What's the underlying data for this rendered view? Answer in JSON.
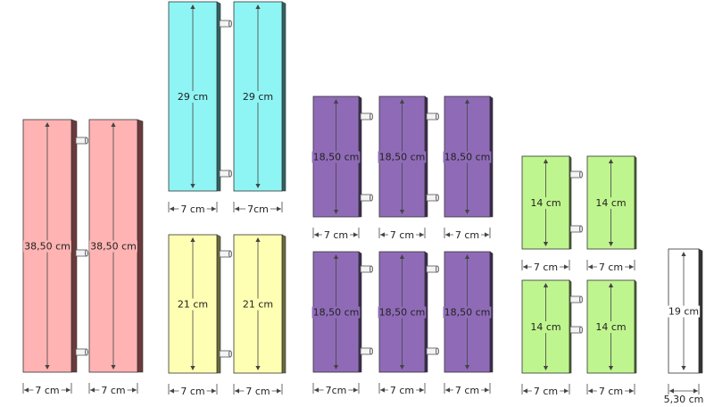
{
  "colors": {
    "pink": "#ffb3b3",
    "pink_side": "#6b3a3a",
    "cyan": "#8ff4f4",
    "cyan_side": "#2f6262",
    "yellow": "#ffffb3",
    "yellow_side": "#6a6a3a",
    "purple": "#8f6bb7",
    "purple_side": "#3a2a4e",
    "green": "#bff58e",
    "green_side": "#4c6a30",
    "white": "#ffffff",
    "white_side": "#333333",
    "outline": "#333333",
    "dimension": "#444444"
  },
  "boards": [
    {
      "id": "pink-1",
      "color": "pink",
      "height_label": "38,50 cm",
      "width_label": "7 cm",
      "dowels": "right"
    },
    {
      "id": "pink-2",
      "color": "pink",
      "height_label": "38,50 cm",
      "width_label": "7 cm",
      "dowels": "none"
    },
    {
      "id": "cyan-1",
      "color": "cyan",
      "height_label": "29 cm",
      "width_label": "7 cm",
      "dowels": "right"
    },
    {
      "id": "cyan-2",
      "color": "cyan",
      "height_label": "29 cm",
      "width_label": "7cm",
      "dowels": "none"
    },
    {
      "id": "yellow-1",
      "color": "yellow",
      "height_label": "21 cm",
      "width_label": "7 cm",
      "dowels": "right"
    },
    {
      "id": "yellow-2",
      "color": "yellow",
      "height_label": "21 cm",
      "width_label": "7 cm",
      "dowels": "none"
    },
    {
      "id": "purple-top-1",
      "color": "purple",
      "height_label": "18,50 cm",
      "width_label": "7 cm",
      "dowels": "right"
    },
    {
      "id": "purple-top-2",
      "color": "purple",
      "height_label": "18,50 cm",
      "width_label": "7 cm",
      "dowels": "right"
    },
    {
      "id": "purple-top-3",
      "color": "purple",
      "height_label": "18,50 cm",
      "width_label": "7 cm",
      "dowels": "none"
    },
    {
      "id": "purple-bottom-1",
      "color": "purple",
      "height_label": "18,50 cm",
      "width_label": "7cm",
      "dowels": "right"
    },
    {
      "id": "purple-bottom-2",
      "color": "purple",
      "height_label": "18,50 cm",
      "width_label": "7 cm",
      "dowels": "right"
    },
    {
      "id": "purple-bottom-3",
      "color": "purple",
      "height_label": "18,50 cm",
      "width_label": "7 cm",
      "dowels": "none"
    },
    {
      "id": "green-top-1",
      "color": "green",
      "height_label": "14 cm",
      "width_label": "7 cm",
      "dowels": "right"
    },
    {
      "id": "green-top-2",
      "color": "green",
      "height_label": "14 cm",
      "width_label": "7 cm",
      "dowels": "none"
    },
    {
      "id": "green-bottom-1",
      "color": "green",
      "height_label": "14 cm",
      "width_label": "7 cm",
      "dowels": "right"
    },
    {
      "id": "green-bottom-2",
      "color": "green",
      "height_label": "14 cm",
      "width_label": "7 cm",
      "dowels": "none"
    },
    {
      "id": "white-1",
      "color": "white",
      "height_label": "19 cm",
      "width_label": "5,30 cm",
      "dowels": "none"
    }
  ]
}
